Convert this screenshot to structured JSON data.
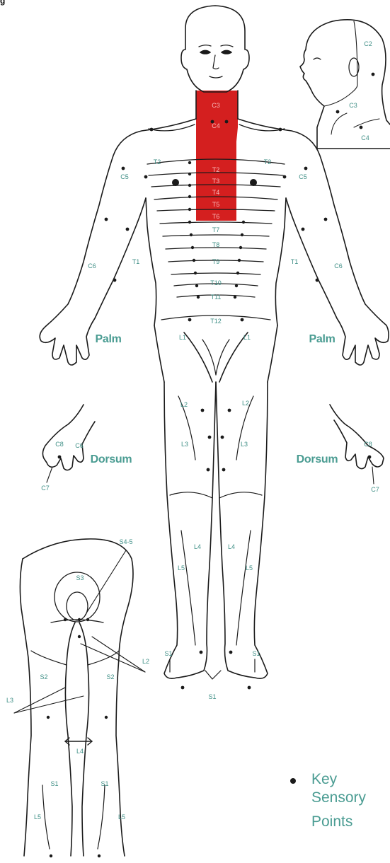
{
  "figure_number": "g",
  "region_labels": {
    "palm_left": "Palm",
    "palm_right": "Palm",
    "dorsum_left": "Dorsum",
    "dorsum_right": "Dorsum"
  },
  "legend": {
    "line1": "Key",
    "line2": "Sensory",
    "line3": "Points"
  },
  "head_side_labels": {
    "c2": "C2",
    "c3": "C3",
    "c4": "C4"
  },
  "trunk_red_labels": {
    "c3": "C3",
    "c4": "C4",
    "t2": "T2",
    "t3": "T3",
    "t4": "T4",
    "t5": "T5",
    "t6": "T6"
  },
  "trunk_labels": {
    "t7": "T7",
    "t8": "T8",
    "t9": "T9",
    "t10": "T10",
    "t11": "T11",
    "t12": "T12",
    "t2_left": "T2",
    "t2_right": "T2",
    "c5_left": "C5",
    "c5_right": "C5",
    "c6_left": "C6",
    "c6_right": "C6",
    "t1_left": "T1",
    "t1_right": "T1",
    "l1_left": "L1",
    "l1_right": "L1"
  },
  "hand_labels": {
    "c8_left": "C8",
    "c8_right": "C8",
    "c6_left_hand": "C6",
    "c7_left": "C7",
    "c7_right": "C7"
  },
  "leg_labels": {
    "l2_left": "L2",
    "l2_right": "L2",
    "l3_left": "L3",
    "l3_right": "L3",
    "l4_left": "L4",
    "l4_right": "L4",
    "l5_left": "L5",
    "l5_right": "L5",
    "s1_left": "S1",
    "s1_right": "S1",
    "s1_center": "S1"
  },
  "back_labels": {
    "s4_5": "S4-5",
    "s3": "S3",
    "s2_left": "S2",
    "s2_right": "S2",
    "l2": "L2",
    "l3": "L3",
    "l4": "L4",
    "s1_left": "S1",
    "s1_right": "S1",
    "l5_left": "L5",
    "l5_right": "L5"
  },
  "colors": {
    "highlight": "#d41f1f",
    "label_teal": "#3f8f86",
    "outline": "#1a1a1a"
  }
}
